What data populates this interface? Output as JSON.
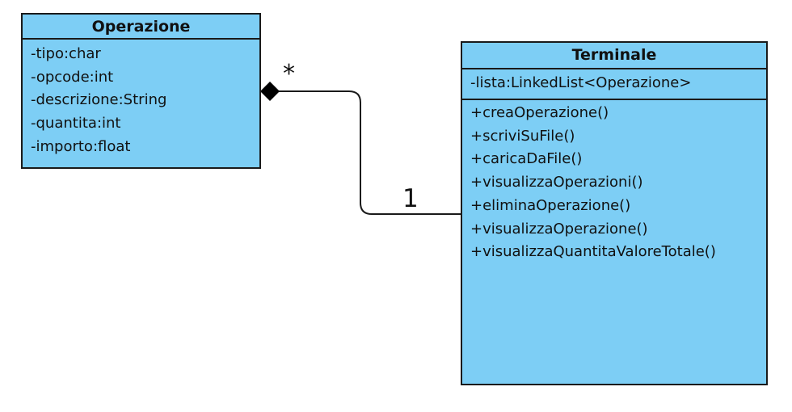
{
  "classes": {
    "operazione": {
      "name": "Operazione",
      "attributes": [
        "-tipo:char",
        "-opcode:int",
        "-descrizione:String",
        "-quantita:int",
        "-importo:float"
      ]
    },
    "terminale": {
      "name": "Terminale",
      "attributes": [
        "-lista:LinkedList<Operazione>"
      ],
      "operations": [
        "+creaOperazione()",
        "+scriviSuFile()",
        "+caricaDaFile()",
        "+visualizzaOperazioni()",
        "+eliminaOperazione()",
        "+visualizzaOperazione()",
        "+visualizzaQuantitaValoreTotale()"
      ]
    }
  },
  "association": {
    "type": "composition",
    "multiplicity_operazione": "*",
    "multiplicity_terminale": "1"
  },
  "colors": {
    "class_fill": "#7dcef5",
    "line": "#1a1a1a"
  }
}
